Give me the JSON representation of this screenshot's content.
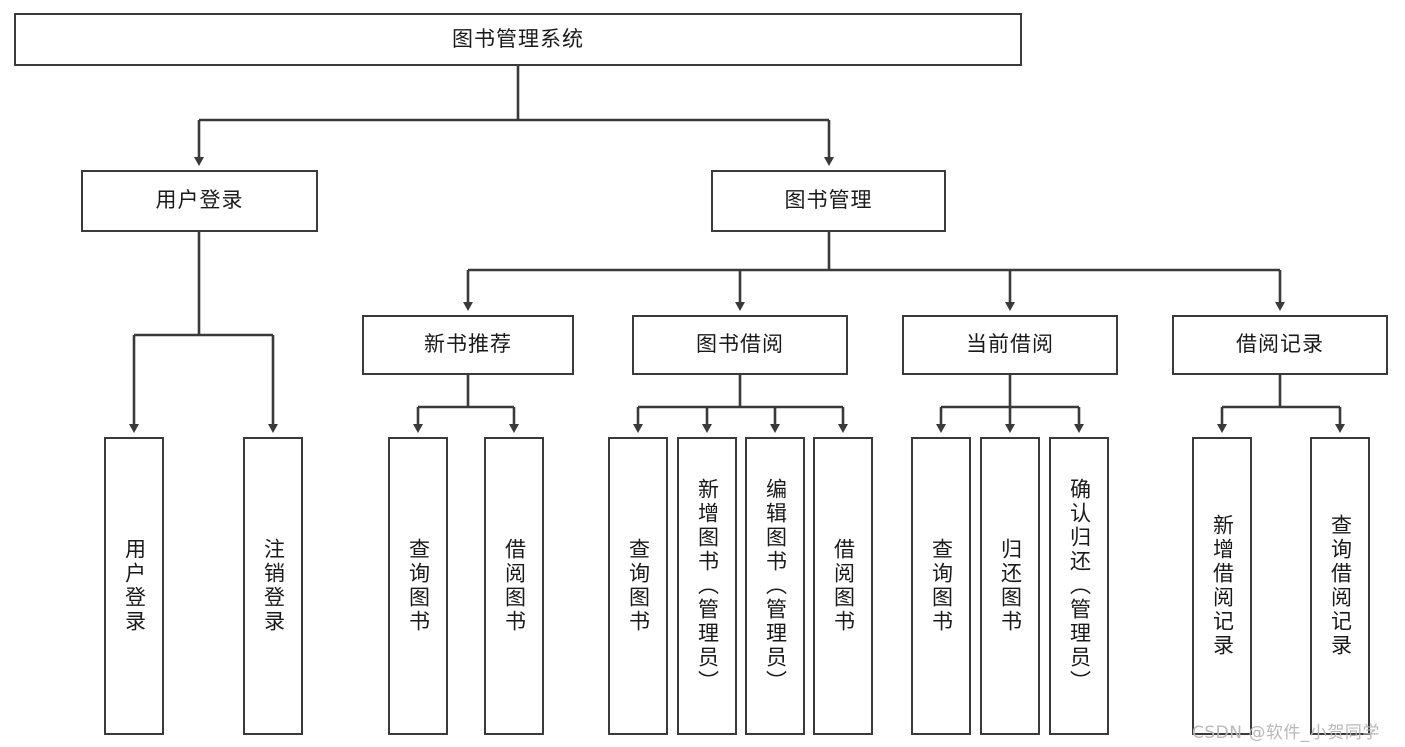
{
  "diagram": {
    "title": "图书管理系统",
    "type": "tree-hierarchy",
    "watermark": "CSDN @软件_小贺同学",
    "colors": {
      "stroke": "#3a3a3a",
      "fill": "#ffffff",
      "text": "#1a1a1a",
      "watermark": "#b9b9b9"
    },
    "levels": {
      "root": {
        "label": "图书管理系统"
      },
      "level1": [
        {
          "label": "用户登录"
        },
        {
          "label": "图书管理"
        }
      ],
      "level2": [
        {
          "label": "新书推荐"
        },
        {
          "label": "图书借阅"
        },
        {
          "label": "当前借阅"
        },
        {
          "label": "借阅记录"
        }
      ],
      "leaves": {
        "user_login": [
          {
            "label": "用户登录"
          },
          {
            "label": "注销登录"
          }
        ],
        "new_book_recommend": [
          {
            "label": "查询图书"
          },
          {
            "label": "借阅图书"
          }
        ],
        "book_borrow": [
          {
            "label": "查询图书"
          },
          {
            "label": "新增图书（管理员）"
          },
          {
            "label": "编辑图书（管理员）"
          },
          {
            "label": "借阅图书"
          }
        ],
        "current_borrow": [
          {
            "label": "查询图书"
          },
          {
            "label": "归还图书"
          },
          {
            "label": "确认归还（管理员）"
          }
        ],
        "borrow_records": [
          {
            "label": "新增借阅记录"
          },
          {
            "label": "查询借阅记录"
          }
        ]
      }
    }
  }
}
